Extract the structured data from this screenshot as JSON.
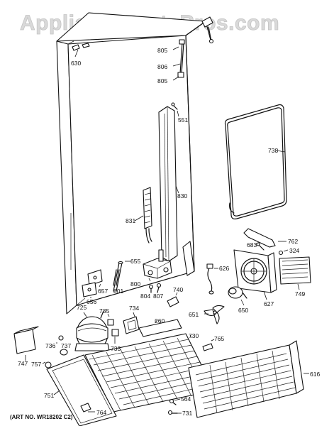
{
  "watermark": "AppliancePartsPros.com",
  "art_number": "(ART NO. WR18202 C2)",
  "callouts": [
    "630",
    "805",
    "806",
    "805",
    "551",
    "738",
    "830",
    "831",
    "655",
    "683",
    "762",
    "324",
    "626",
    "657",
    "801",
    "656",
    "800",
    "804",
    "807",
    "740",
    "627",
    "749",
    "725",
    "735",
    "734",
    "651",
    "650",
    "260",
    "736",
    "737",
    "733",
    "730",
    "765",
    "747",
    "616",
    "757",
    "751",
    "564",
    "764",
    "731"
  ]
}
